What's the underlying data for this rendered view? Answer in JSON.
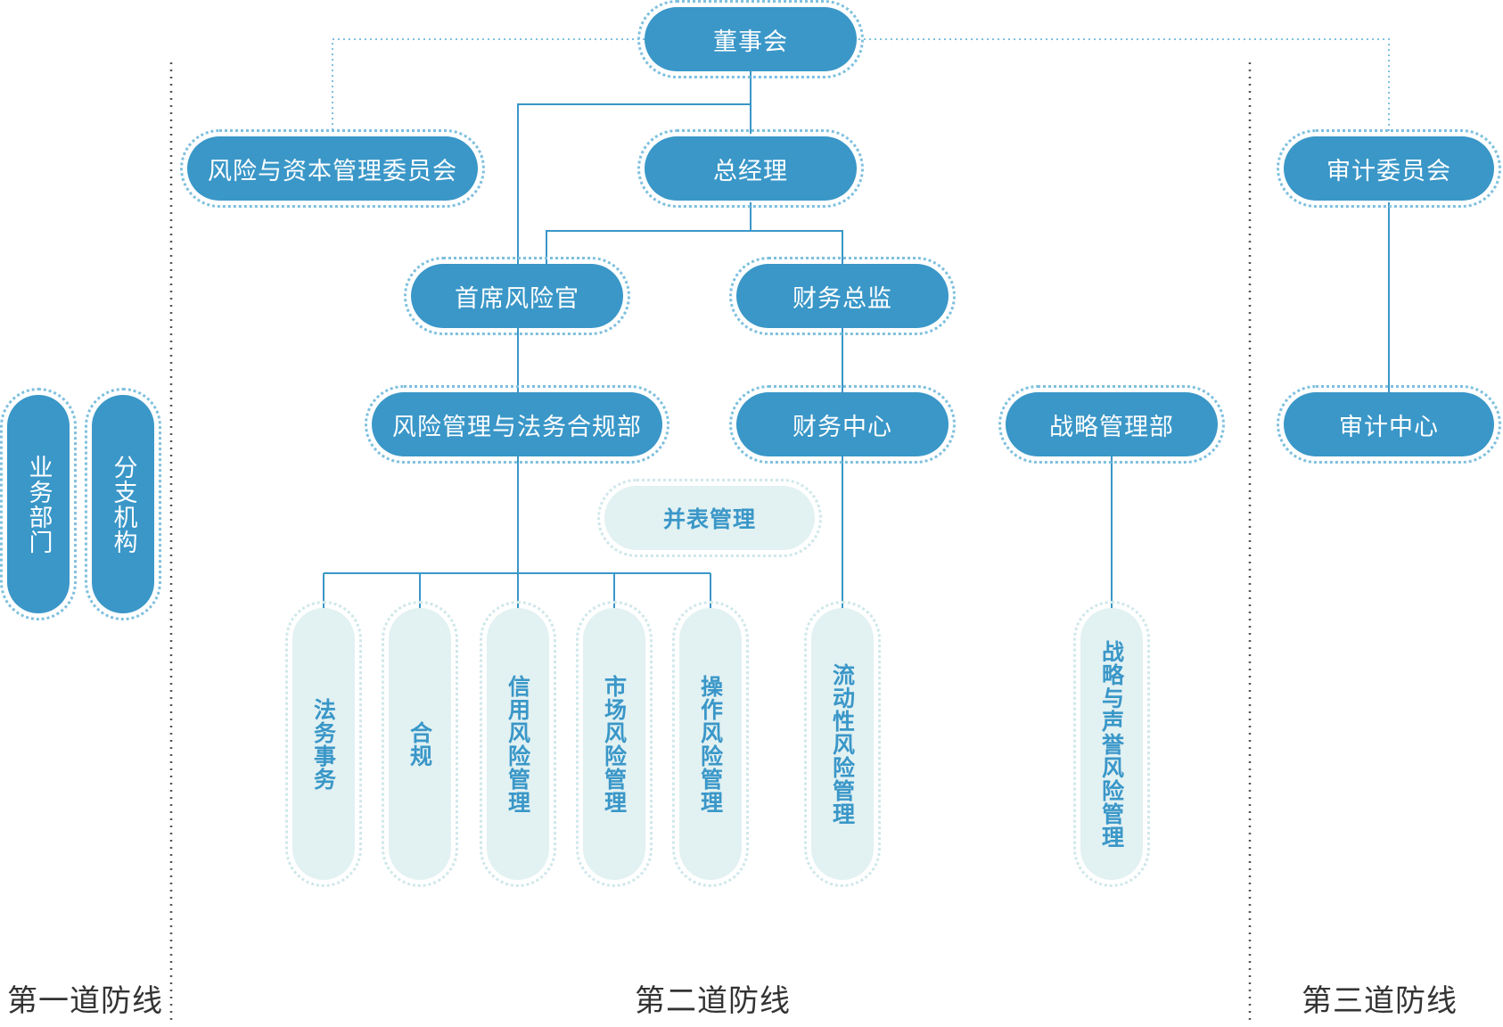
{
  "colors": {
    "node_dark": "#3a97c8",
    "node_light": "#e2f1f2",
    "line": "#3a97c8",
    "label_text": "#333333"
  },
  "nodes": {
    "board": "董事会",
    "risk_capital_committee": "风险与资本管理委员会",
    "general_manager": "总经理",
    "audit_committee": "审计委员会",
    "chief_risk_officer": "首席风险官",
    "cfo": "财务总监",
    "risk_legal_compliance_dept": "风险管理与法务合规部",
    "finance_center": "财务中心",
    "strategy_dept": "战略管理部",
    "audit_center": "审计中心",
    "consolidated_mgmt": "并表管理",
    "business_depts": "业务部门",
    "branches": "分支机构",
    "legal_affairs": "法务事务",
    "compliance": "合规",
    "credit_risk": "信用风险管理",
    "market_risk": "市场风险管理",
    "operational_risk": "操作风险管理",
    "liquidity_risk": "流动性风险管理",
    "strategic_reputation_risk": "战略与声誉风险管理"
  },
  "lines_of_defense": {
    "first": "第一道防线",
    "second": "第二道防线",
    "third": "第三道防线"
  }
}
